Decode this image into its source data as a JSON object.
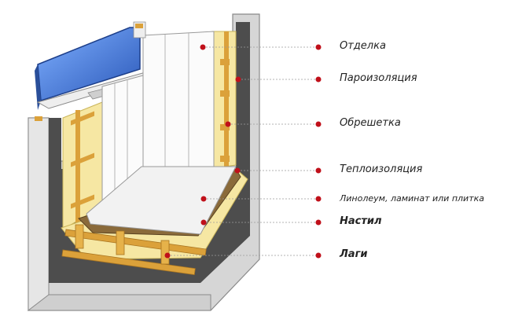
{
  "labels": {
    "finish": "Отделка",
    "vapor_barrier": "Пароизоляция",
    "battens": "Обрешетка",
    "insulation": "Теплоизоляция",
    "flooring": "Линолеум, ламинат или плитка",
    "decking": "Настил",
    "joists": "Лаги"
  },
  "colors": {
    "marker": "#c0101a",
    "insulation": "#f5e6a0",
    "timber": "#e0a93a",
    "glass": "#3a6fd0",
    "membrane": "#4a4a4a",
    "concrete": "#d8d8d8"
  }
}
